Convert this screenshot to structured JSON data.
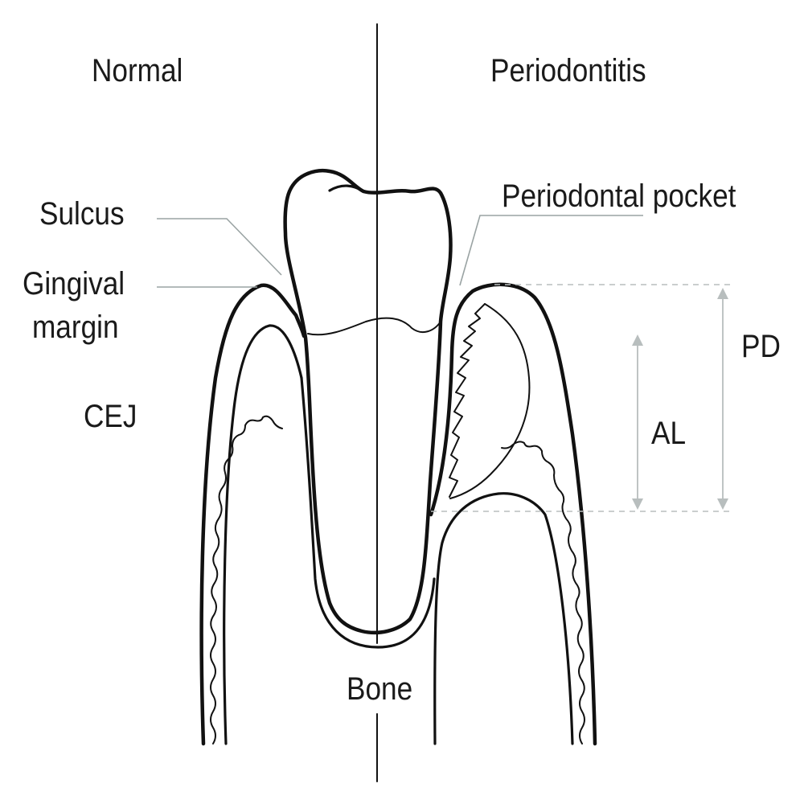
{
  "labels": {
    "normal": "Normal",
    "periodontitis": "Periodontitis",
    "sulcus": "Sulcus",
    "periodontal_pocket": "Periodontal pocket",
    "gingival": "Gingival",
    "margin": "margin",
    "cej": "CEJ",
    "pd": "PD",
    "al": "AL",
    "bone": "Bone"
  },
  "colors": {
    "ink": "#111111",
    "leader": "#9aa3a3",
    "measure": "#b8bebe",
    "background": "#ffffff"
  }
}
